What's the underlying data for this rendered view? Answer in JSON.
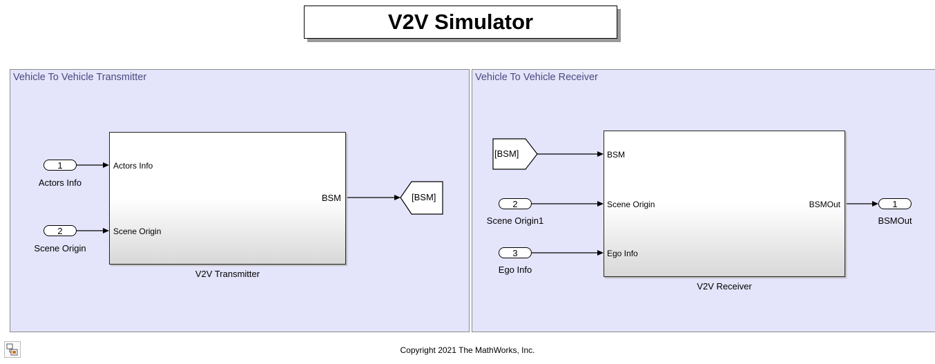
{
  "title": "V2V Simulator",
  "transmitter_area": {
    "label": "Vehicle To Vehicle Transmitter",
    "block": {
      "name": "V2V Transmitter",
      "in_ports": [
        "Actors Info",
        "Scene Origin"
      ],
      "out_ports": [
        "BSM"
      ]
    },
    "inports": [
      {
        "number": "1",
        "name": "Actors Info"
      },
      {
        "number": "2",
        "name": "Scene Origin"
      }
    ],
    "goto_tag": "[BSM]"
  },
  "receiver_area": {
    "label": "Vehicle To Vehicle Receiver",
    "block": {
      "name": "V2V Receiver",
      "in_ports": [
        "BSM",
        "Scene Origin",
        "Ego Info"
      ],
      "out_ports": [
        "BSMOut"
      ]
    },
    "from_tag": "[BSM]",
    "inports": [
      {
        "number": "2",
        "name": "Scene Origin1"
      },
      {
        "number": "3",
        "name": "Ego Info"
      }
    ],
    "outports": [
      {
        "number": "1",
        "name": "BSMOut"
      }
    ]
  },
  "copyright": "Copyright 2021 The MathWorks, Inc.",
  "icons": {
    "model_browser": "model-browser-icon"
  }
}
